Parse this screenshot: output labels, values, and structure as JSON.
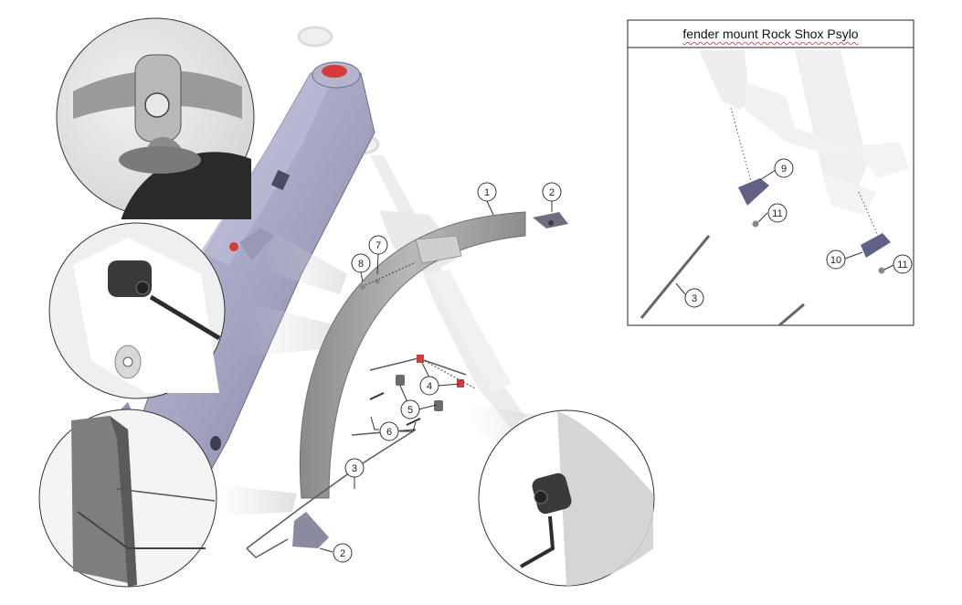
{
  "inset": {
    "title": "fender mount Rock Shox Psylo"
  },
  "main_callouts": [
    {
      "label": "1"
    },
    {
      "label": "2"
    },
    {
      "label": "7"
    },
    {
      "label": "8"
    },
    {
      "label": "4"
    },
    {
      "label": "5"
    },
    {
      "label": "6"
    },
    {
      "label": "3"
    },
    {
      "label": "2"
    }
  ],
  "inset_callouts": [
    {
      "label": "9"
    },
    {
      "label": "11"
    },
    {
      "label": "10"
    },
    {
      "label": "11"
    },
    {
      "label": "3"
    }
  ],
  "colors": {
    "frame": "#a6a8c4",
    "frame_dark": "#7c7ea0",
    "fender": "#9a9a9c",
    "fork_ghost": "#e4e4e4",
    "mount_red": "#d43c3c",
    "bracket": "#6b6b85"
  }
}
